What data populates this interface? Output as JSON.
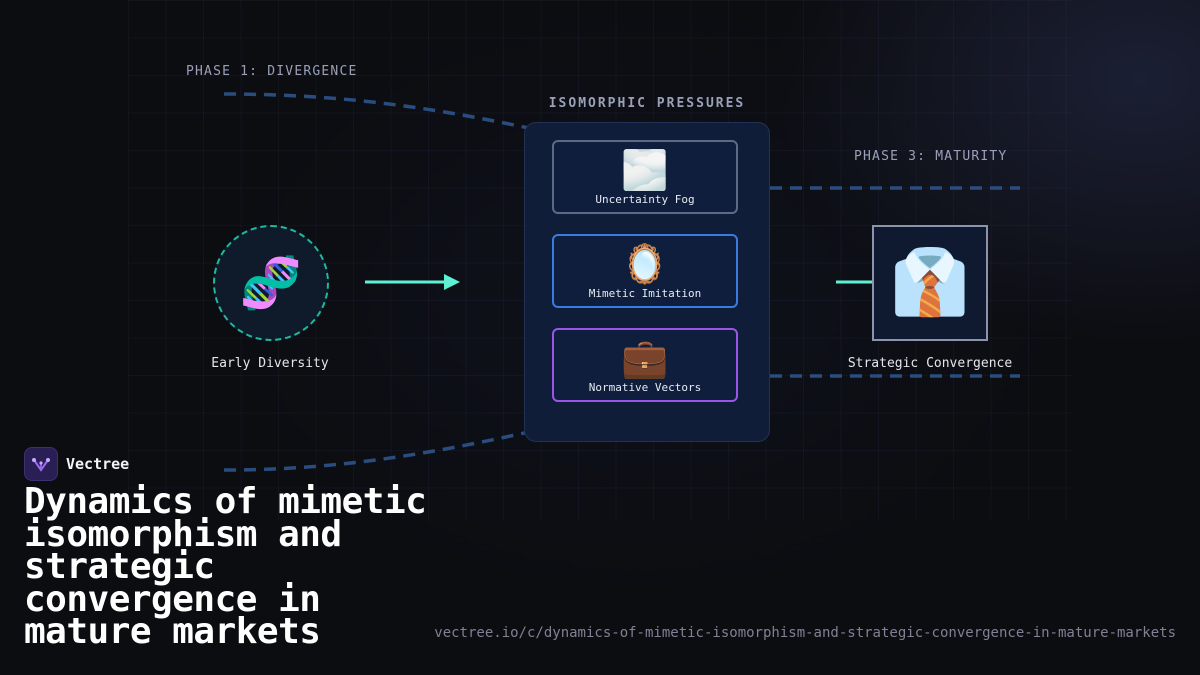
{
  "phases": {
    "divergence": "PHASE 1: DIVERGENCE",
    "maturity": "PHASE 3: MATURITY"
  },
  "nodes": {
    "early": {
      "label": "Early Diversity",
      "icon": "dna-icon",
      "glyph": "🧬"
    },
    "strategic": {
      "label": "Strategic Convergence",
      "icon": "businessman-icon",
      "glyph": "👔"
    }
  },
  "pressures": {
    "title": "ISOMORPHIC PRESSURES",
    "items": [
      {
        "label": "Uncertainty Fog",
        "icon": "fog-icon",
        "glyph": "🌫️"
      },
      {
        "label": "Mimetic Imitation",
        "icon": "mirror-icon",
        "glyph": "🪞"
      },
      {
        "label": "Normative Vectors",
        "icon": "briefcase-icon",
        "glyph": "💼"
      }
    ]
  },
  "brand": {
    "name": "Vectree"
  },
  "headline": "Dynamics of mimetic isomorphism and strategic convergence in mature markets",
  "url": "vectree.io/c/dynamics-of-mimetic-isomorphism-and-strategic-convergence-in-mature-markets",
  "colors": {
    "accent": "#5ef0d2",
    "flow": "#2a4d80",
    "fog_border": "#5d6a86",
    "mimetic_border": "#3a7be0",
    "normative_border": "#9a55e8"
  }
}
